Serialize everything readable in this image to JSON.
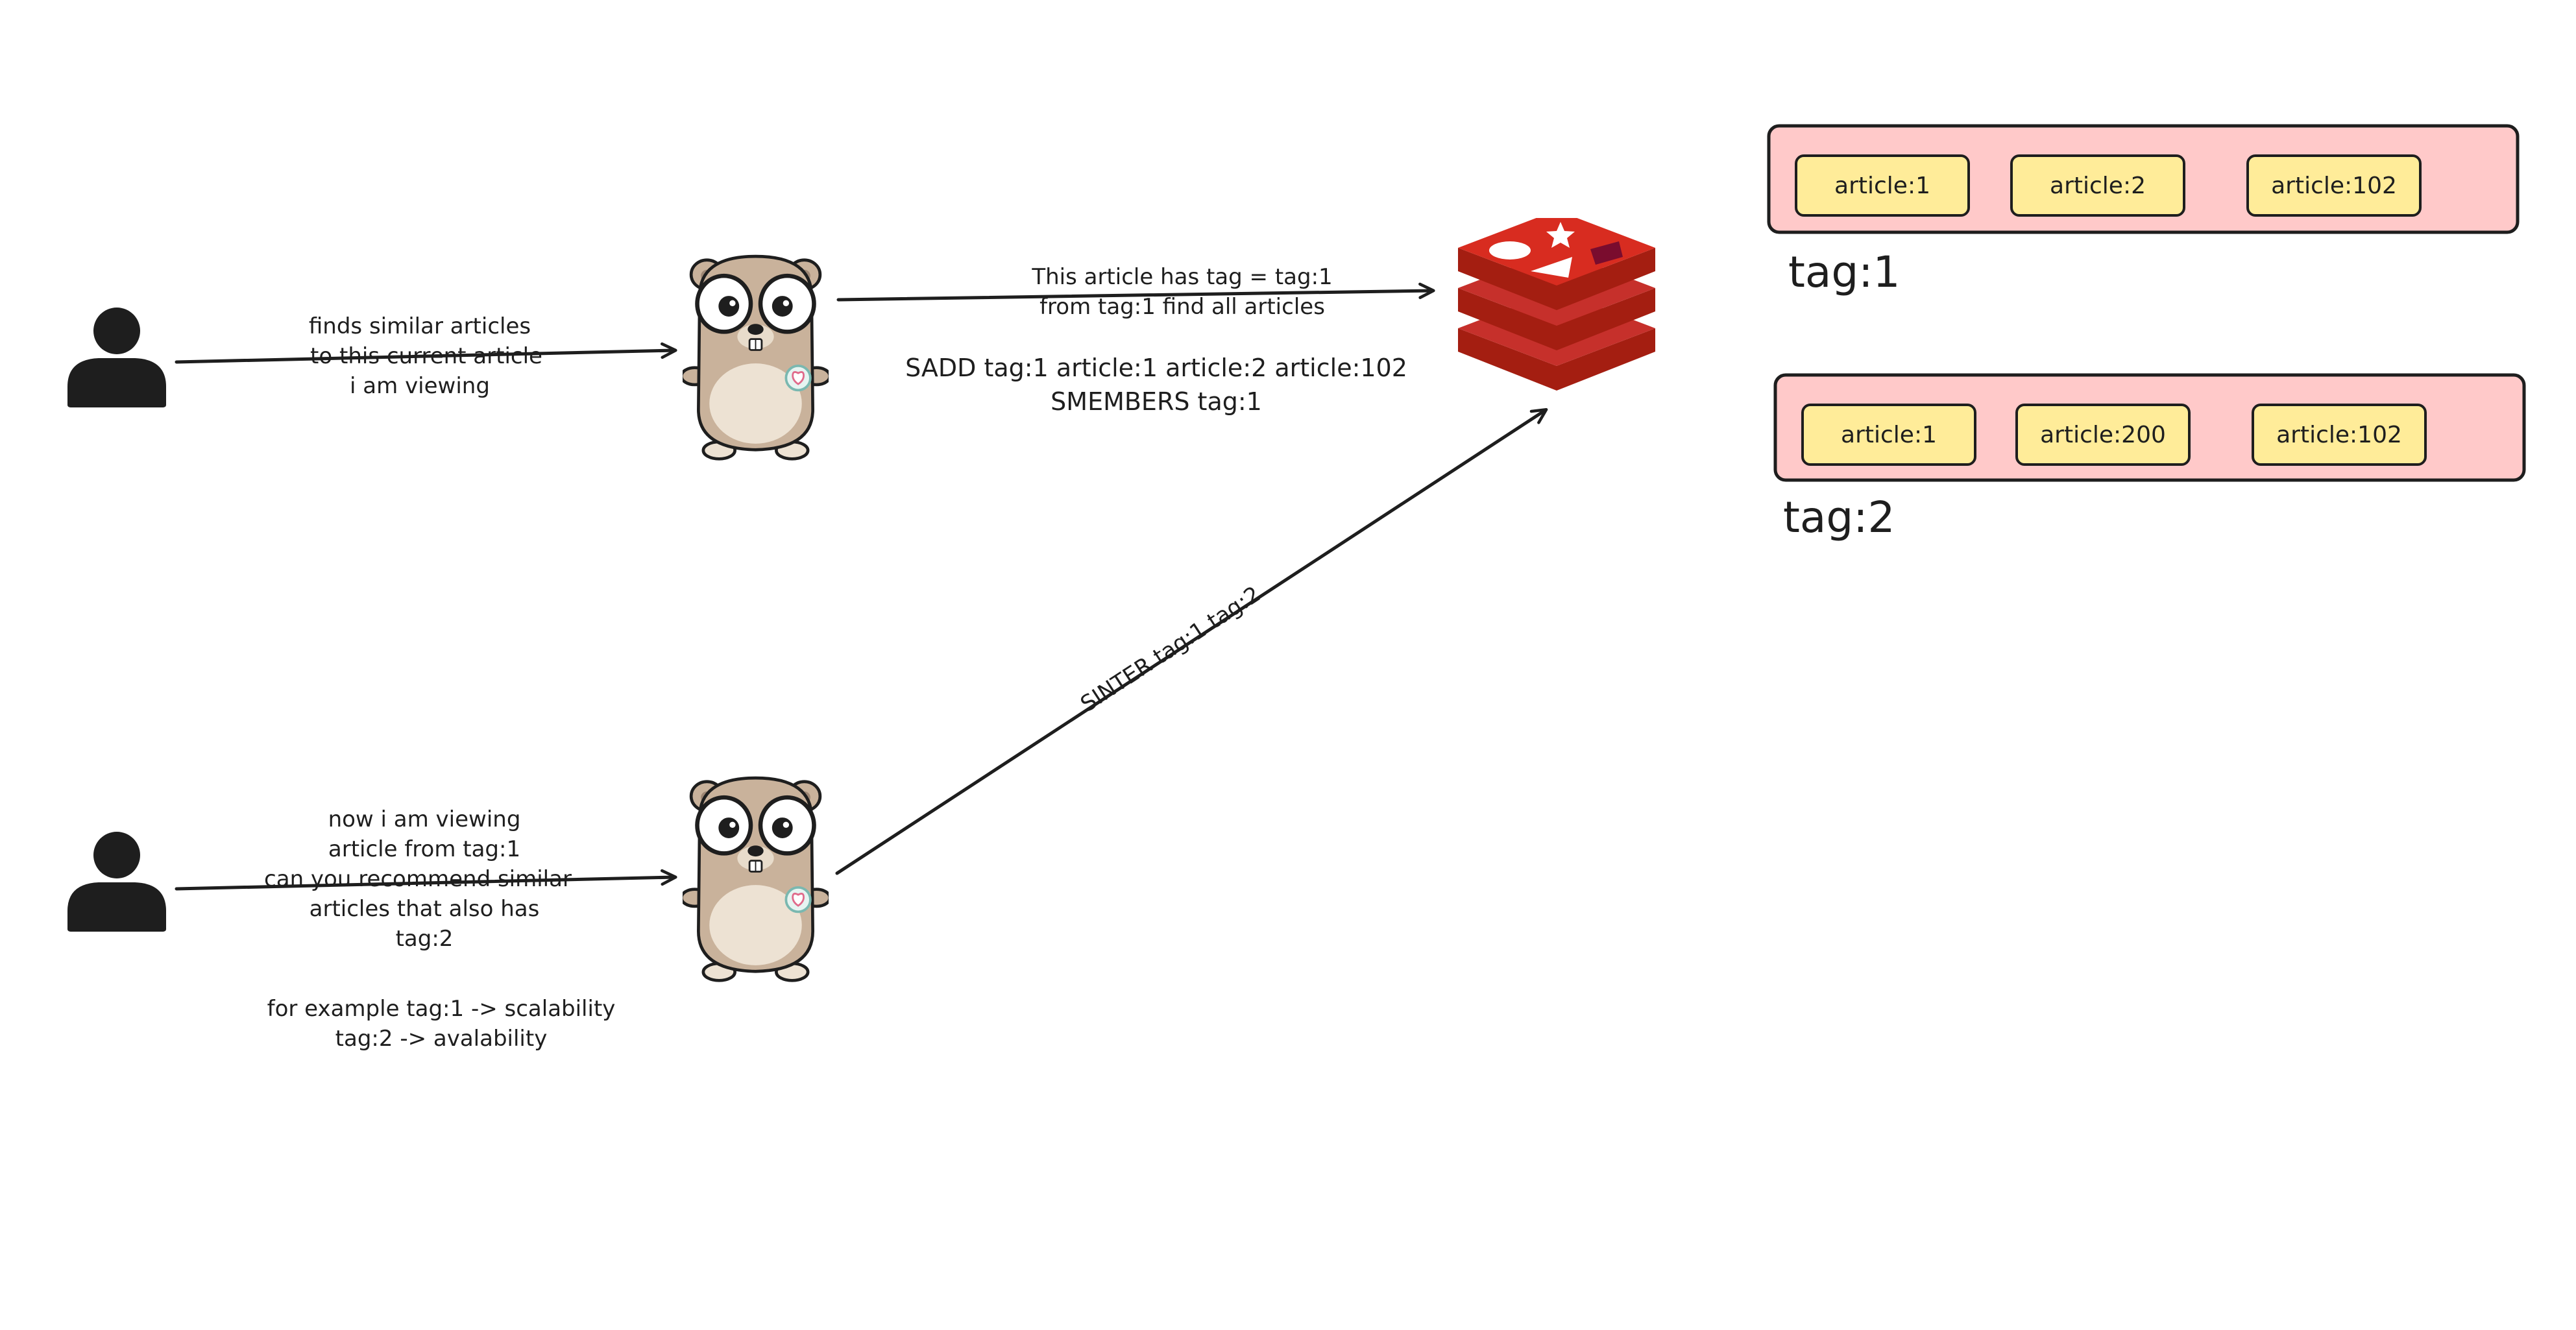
{
  "flow1": {
    "user_icon": "person-icon",
    "user_label_lines": [
      "finds similar articles",
      "to this current article",
      "i am viewing"
    ],
    "service_icon": "gopher-icon",
    "service_label_lines": [
      "This article has tag = tag:1",
      "from tag:1 find all articles"
    ],
    "commands": [
      "SADD tag:1 article:1 article:2 article:102",
      "SMEMBERS tag:1"
    ]
  },
  "flow2": {
    "user_icon": "person-icon",
    "user_label_lines": [
      "now i am viewing",
      "article from tag:1",
      "can you recommend similar",
      "articles that also has",
      "tag:2"
    ],
    "example_lines": [
      "for example tag:1 -> scalability",
      "tag:2 -> avalability"
    ],
    "service_icon": "gopher-icon",
    "command": "SINTER tag:1 tag:2"
  },
  "datastore": {
    "icon": "redis-icon"
  },
  "sets": [
    {
      "name": "tag:1",
      "members": [
        "article:1",
        "article:2",
        "article:102"
      ]
    },
    {
      "name": "tag:2",
      "members": [
        "article:1",
        "article:200",
        "article:102"
      ]
    }
  ],
  "colors": {
    "ink": "#1e1e1e",
    "set_fill": "#ffc9c9",
    "member_fill": "#ffec99",
    "redis_red": "#c6302b",
    "redis_dark": "#a41e11",
    "gopher_fur": "#c9b29b",
    "gopher_belly": "#ede2d3"
  }
}
